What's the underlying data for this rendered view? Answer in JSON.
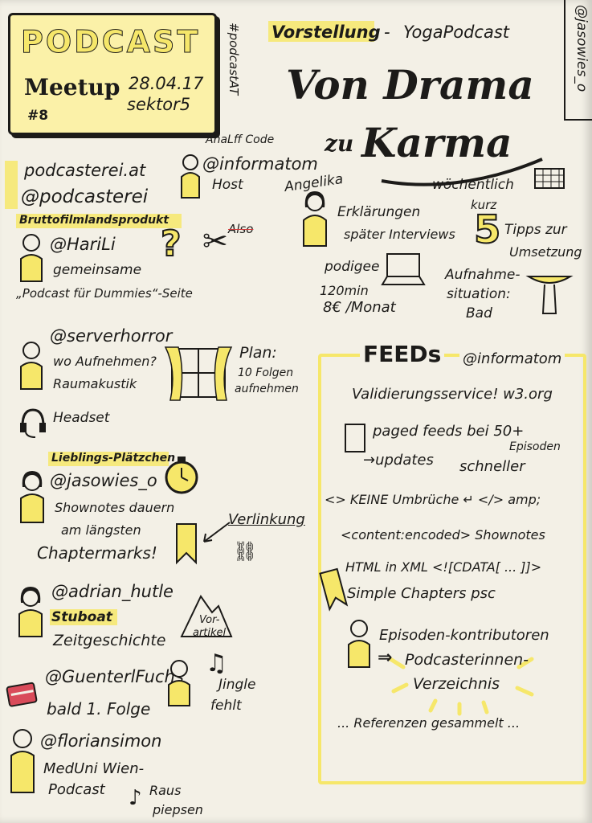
{
  "colors": {
    "paper": "#f3f0e6",
    "ink": "#1c1b19",
    "highlight": "#f6e76a"
  },
  "header": {
    "podcast": "PODCAST",
    "meetup": "Meetup",
    "number": "#8",
    "date": "28.04.17",
    "venue": "sektor5",
    "hashtag": "#podcastAT",
    "handle": "@jasowies_o"
  },
  "talk": {
    "label": "Vorstellung",
    "sep": "-",
    "show": "YogaPodcast",
    "title1": "Von Drama",
    "title2": "zu",
    "title3": "Karma",
    "angelika": "Angelika",
    "erklaerungen": "Erklärungen",
    "spaeter": "später Interviews",
    "woechentlich": "wöchentlich",
    "kurz": "kurz",
    "five": "5",
    "tipps": "Tipps zur",
    "umsetzung": "Umsetzung",
    "podigee": "podigee",
    "minutes": "120min",
    "price": "8€ /Monat",
    "aufnahme1": "Aufnahme-",
    "aufnahme2": "situation:",
    "aufnahme3": "Bad"
  },
  "host": {
    "site": "podcasterei.at",
    "twitter": "@podcasterei",
    "anal_code": "AnaLff Code",
    "informatom": "@informatom",
    "host": "Host"
  },
  "left": {
    "brutto": "Bruttofilmlandsprodukt",
    "harili": "@HariLi",
    "gemeinsame": "gemeinsame",
    "dummies": "„Podcast für Dummies“-Seite",
    "also": "Also",
    "serverhorror": "@serverhorror",
    "wo": "wo Aufnehmen?",
    "raumakustik": "Raumakustik",
    "plan1": "Plan:",
    "plan2": "10 Folgen",
    "plan3": "aufnehmen",
    "headset": "Headset",
    "lieblings": "Lieblings-Plätzchen",
    "jasowies": "@jasowies_o",
    "shownotes": "Shownotes dauern",
    "am": "am längsten",
    "chaptermarks": "Chaptermarks!",
    "verlinkung": "Verlinkung",
    "adrian": "@adrian_hutle",
    "stuboat": "Stuboat",
    "zeit": "Zeitgeschichte",
    "vor": "Vor-",
    "artikel": "artikel",
    "guenter": "@GuenterlFuchs",
    "bald": "bald 1. Folge",
    "jingle": "Jingle",
    "fehlt": "fehlt",
    "florian": "@floriansimon",
    "meduni": "MedUni Wien-",
    "podcast": "Podcast",
    "raus": "Raus",
    "piepsen": "piepsen"
  },
  "feeds": {
    "title": "FEEDs",
    "informatom": "@informatom",
    "valid": "Validierungsservice! w3.org",
    "paged": "paged feeds bei 50+",
    "episoden": "Episoden",
    "updates": "→updates",
    "schneller": "schneller",
    "keine": "<> KEINE Umbrüche ↵ </> amp;",
    "content": "<content:encoded> Shownotes",
    "html": "HTML in XML <![CDATA[ ... ]]>",
    "simple": "Simple Chapters psc",
    "episoden_k": "Episoden-kontributoren",
    "arrow": "⇒",
    "podcasterinnen": "Podcasterinnen-",
    "verzeichnis": "Verzeichnis",
    "referenzen": "... Referenzen gesammelt ..."
  }
}
